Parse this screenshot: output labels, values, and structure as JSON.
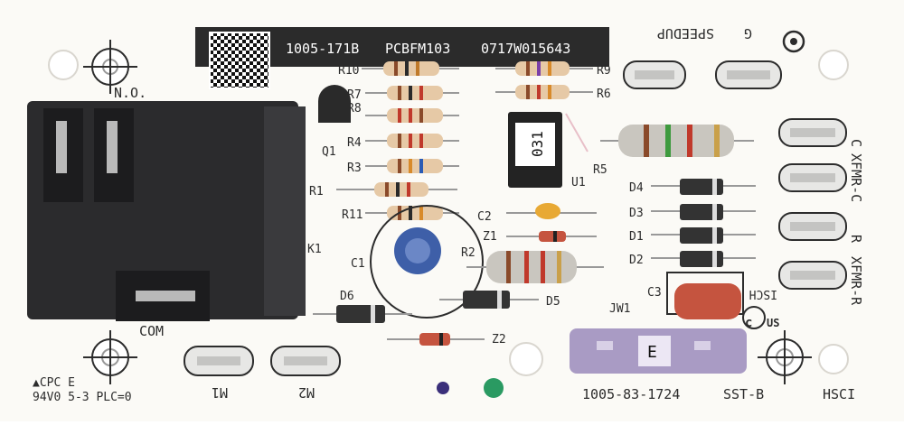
{
  "board": {
    "header_part": "1005-171B",
    "header_model": "PCBFM103",
    "header_serial": "0717W015643",
    "chip_label": "031",
    "jumper_label": "JW1",
    "jumper_letter": "E",
    "bottom_part": "1005-83-1724",
    "bottom_variant": "SST-B",
    "hsci": "HSCI",
    "cpc_line": "▲CPC E",
    "rating_line": "94V0 5-3 PLC=0",
    "com": "COM",
    "no": "N.O.",
    "c_us_left": "c",
    "c_us_right": "US",
    "cond_code": "ISCH"
  },
  "terminals": {
    "speedup": "SPEEDUP",
    "g": "G",
    "c": "C",
    "xfmr_c": "XFMR-C",
    "r": "R",
    "xfmr_r": "XFMR-R",
    "m1": "M1",
    "m2": "M2"
  },
  "components": {
    "r10": "R10",
    "r7": "R7",
    "r8": "R8",
    "r4": "R4",
    "r3": "R3",
    "r1": "R1",
    "r11": "R11",
    "r9": "R9",
    "r6": "R6",
    "r5": "R5",
    "r2": "R2",
    "q1": "Q1",
    "u1": "U1",
    "c1": "C1",
    "c2": "C2",
    "c3": "C3",
    "z1": "Z1",
    "z2": "Z2",
    "k1": "K1",
    "d1": "D1",
    "d2": "D2",
    "d3": "D3",
    "d4": "D4",
    "d5": "D5",
    "d6": "D6"
  },
  "colors": {
    "board": "#fbfaf6",
    "relay": "#2b2b2d",
    "resistor_body": "#e6c9a6",
    "chip": "#232323",
    "cap_blue": "#3e5fa8",
    "cap_red": "#c5543f",
    "jumper": "#a99bc4",
    "diode": "#333333"
  }
}
